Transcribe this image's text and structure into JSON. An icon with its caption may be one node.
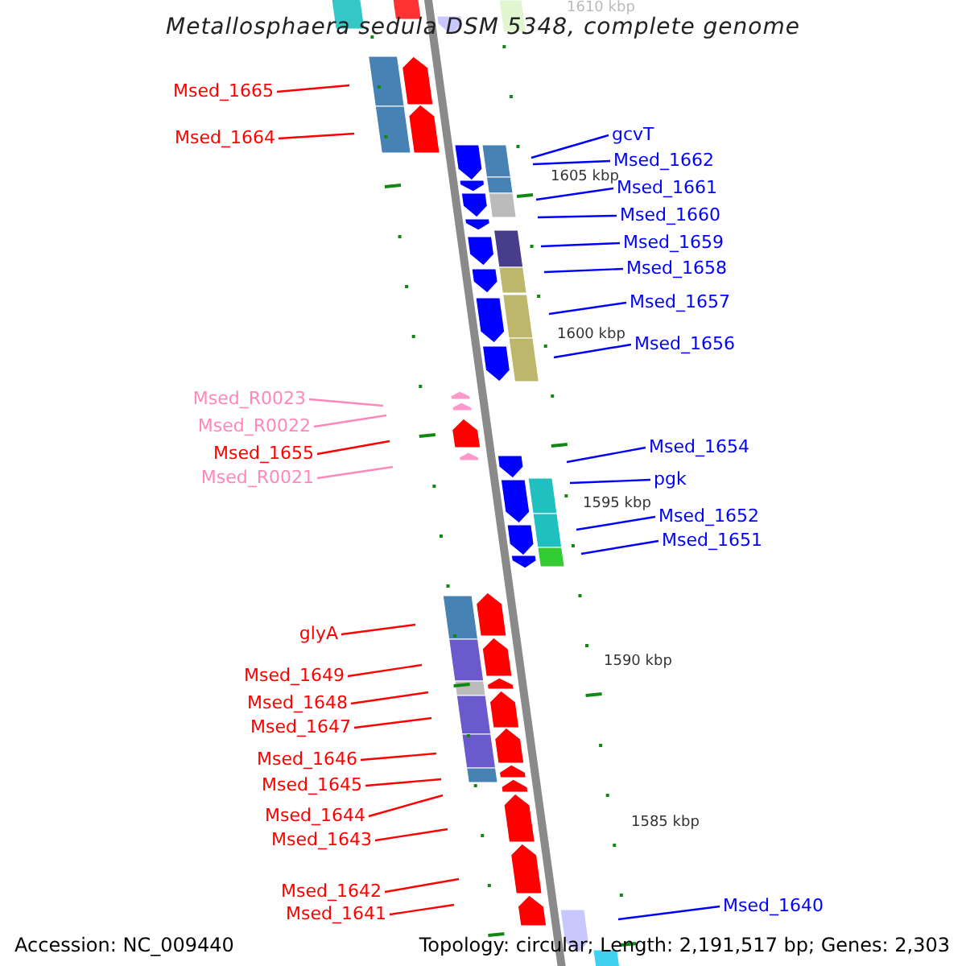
{
  "diagram": {
    "title": "Metallosphaera sedula DSM 5348, complete genome",
    "nodes": [
      {
        "text": [
          "Msed_1665"
        ]
      },
      {
        "text": [
          "Msed_1664"
        ]
      },
      {
        "text": [
          "gcvT"
        ]
      },
      {
        "text": [
          "Msed_1662"
        ]
      },
      {
        "text": [
          "Msed_1661"
        ]
      },
      {
        "text": [
          "Msed_1660"
        ]
      },
      {
        "text": [
          "Msed_1659"
        ]
      },
      {
        "text": [
          "Msed_1658"
        ]
      },
      {
        "text": [
          "Msed_1657"
        ]
      },
      {
        "text": [
          "Msed_1656"
        ]
      },
      {
        "text": [
          "Msed_R0023"
        ]
      },
      {
        "text": [
          "Msed_R0022"
        ]
      },
      {
        "text": [
          "Msed_1655"
        ]
      },
      {
        "text": [
          "Msed_R0021"
        ]
      },
      {
        "text": [
          "Msed_1654"
        ]
      },
      {
        "text": [
          "pgk"
        ]
      },
      {
        "text": [
          "Msed_1652"
        ]
      },
      {
        "text": [
          "Msed_1651"
        ]
      },
      {
        "text": [
          "glyA"
        ]
      },
      {
        "text": [
          "Msed_1649"
        ]
      },
      {
        "text": [
          "Msed_1648"
        ]
      },
      {
        "text": [
          "Msed_1647"
        ]
      },
      {
        "text": [
          "Msed_1646"
        ]
      },
      {
        "text": [
          "Msed_1645"
        ]
      },
      {
        "text": [
          "Msed_1644"
        ]
      },
      {
        "text": [
          "Msed_1643"
        ]
      },
      {
        "text": [
          "Msed_1642"
        ]
      },
      {
        "text": [
          "Msed_1640"
        ]
      },
      {
        "text": [
          "Msed_1641"
        ]
      }
    ],
    "edges": [
      {
        "from": 0,
        "to": null,
        "arrow": "none",
        "color": "#ff0000"
      },
      {
        "from": 1,
        "to": null,
        "arrow": "none",
        "color": "#ff0000"
      },
      {
        "from": 2,
        "to": null,
        "arrow": "none",
        "color": "#0000ff"
      },
      {
        "from": 3,
        "to": null,
        "arrow": "none",
        "color": "#0000ff"
      },
      {
        "from": 4,
        "to": null,
        "arrow": "none",
        "color": "#0000ff"
      },
      {
        "from": 5,
        "to": null,
        "arrow": "none",
        "color": "#0000ff"
      },
      {
        "from": 6,
        "to": null,
        "arrow": "none",
        "color": "#0000ff"
      },
      {
        "from": 7,
        "to": null,
        "arrow": "none",
        "color": "#0000ff"
      },
      {
        "from": 8,
        "to": null,
        "arrow": "none",
        "color": "#0000ff"
      },
      {
        "from": 9,
        "to": null,
        "arrow": "none",
        "color": "#0000ff"
      },
      {
        "from": 10,
        "to": null,
        "arrow": "none",
        "color": "#ff88bb"
      },
      {
        "from": 11,
        "to": null,
        "arrow": "none",
        "color": "#ff88bb"
      },
      {
        "from": 12,
        "to": null,
        "arrow": "none",
        "color": "#ff0000"
      },
      {
        "from": 13,
        "to": null,
        "arrow": "none",
        "color": "#ff88bb"
      },
      {
        "from": 14,
        "to": null,
        "arrow": "none",
        "color": "#0000ff"
      },
      {
        "from": 15,
        "to": null,
        "arrow": "none",
        "color": "#0000ff"
      },
      {
        "from": 16,
        "to": null,
        "arrow": "none",
        "color": "#0000ff"
      },
      {
        "from": 17,
        "to": null,
        "arrow": "none",
        "color": "#0000ff"
      },
      {
        "from": 18,
        "to": null,
        "arrow": "none",
        "color": "#ff0000"
      },
      {
        "from": 19,
        "to": null,
        "arrow": "none",
        "color": "#ff0000"
      },
      {
        "from": 20,
        "to": null,
        "arrow": "none",
        "color": "#ff0000"
      },
      {
        "from": 21,
        "to": null,
        "arrow": "none",
        "color": "#ff0000"
      },
      {
        "from": 22,
        "to": null,
        "arrow": "none",
        "color": "#ff0000"
      },
      {
        "from": 23,
        "to": null,
        "arrow": "none",
        "color": "#ff0000"
      },
      {
        "from": 24,
        "to": null,
        "arrow": "none",
        "color": "#ff0000"
      },
      {
        "from": 25,
        "to": null,
        "arrow": "none",
        "color": "#ff0000"
      },
      {
        "from": 26,
        "to": null,
        "arrow": "none",
        "color": "#ff0000"
      },
      {
        "from": 27,
        "to": null,
        "arrow": "none",
        "color": "#0000ff"
      },
      {
        "from": 28,
        "to": null,
        "arrow": "none",
        "color": "#ff0000"
      }
    ],
    "labels": [
      "1610 kbp",
      "1605 kbp",
      "1600 kbp",
      "1595 kbp",
      "1590 kbp",
      "1585 kbp",
      "Accession: NC_009440",
      "Topology: circular; Length: 2,191,517 bp; Genes: 2,303"
    ]
  }
}
